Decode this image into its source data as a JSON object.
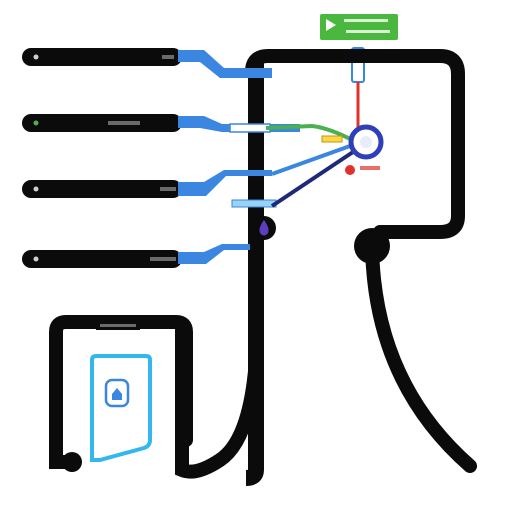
{
  "canvas": {
    "background": "#ffffff"
  },
  "colors": {
    "bar": "#0b0b0b",
    "connector_blue": "#3a86e0",
    "light_blue": "#9ad2f5",
    "tablet_outline": "#34b6ee",
    "green_badge": "#4ab83f",
    "green_line": "#4caf50",
    "navy_line": "#1e2a78",
    "red_line": "#e0322a",
    "purple_drop": "#5b3fbf",
    "node_ring": "#2f3fb8"
  },
  "top_badge": {
    "icon": "play-triangle-icon",
    "color": "#4ab83f"
  },
  "rows": [
    {
      "id": "row-1",
      "icon": "small-dot-icon"
    },
    {
      "id": "row-2",
      "icon": "small-dot-icon",
      "dot_color": "#4caf50"
    },
    {
      "id": "row-3",
      "icon": "small-dot-icon"
    },
    {
      "id": "row-4",
      "icon": "small-dot-icon"
    }
  ],
  "central_node": {
    "icon": "circle-node-icon"
  },
  "drop_marker": {
    "icon": "droplet-icon",
    "color": "#5b3fbf"
  },
  "device": {
    "icon": "home-shield-icon",
    "color": "#34b6ee"
  }
}
